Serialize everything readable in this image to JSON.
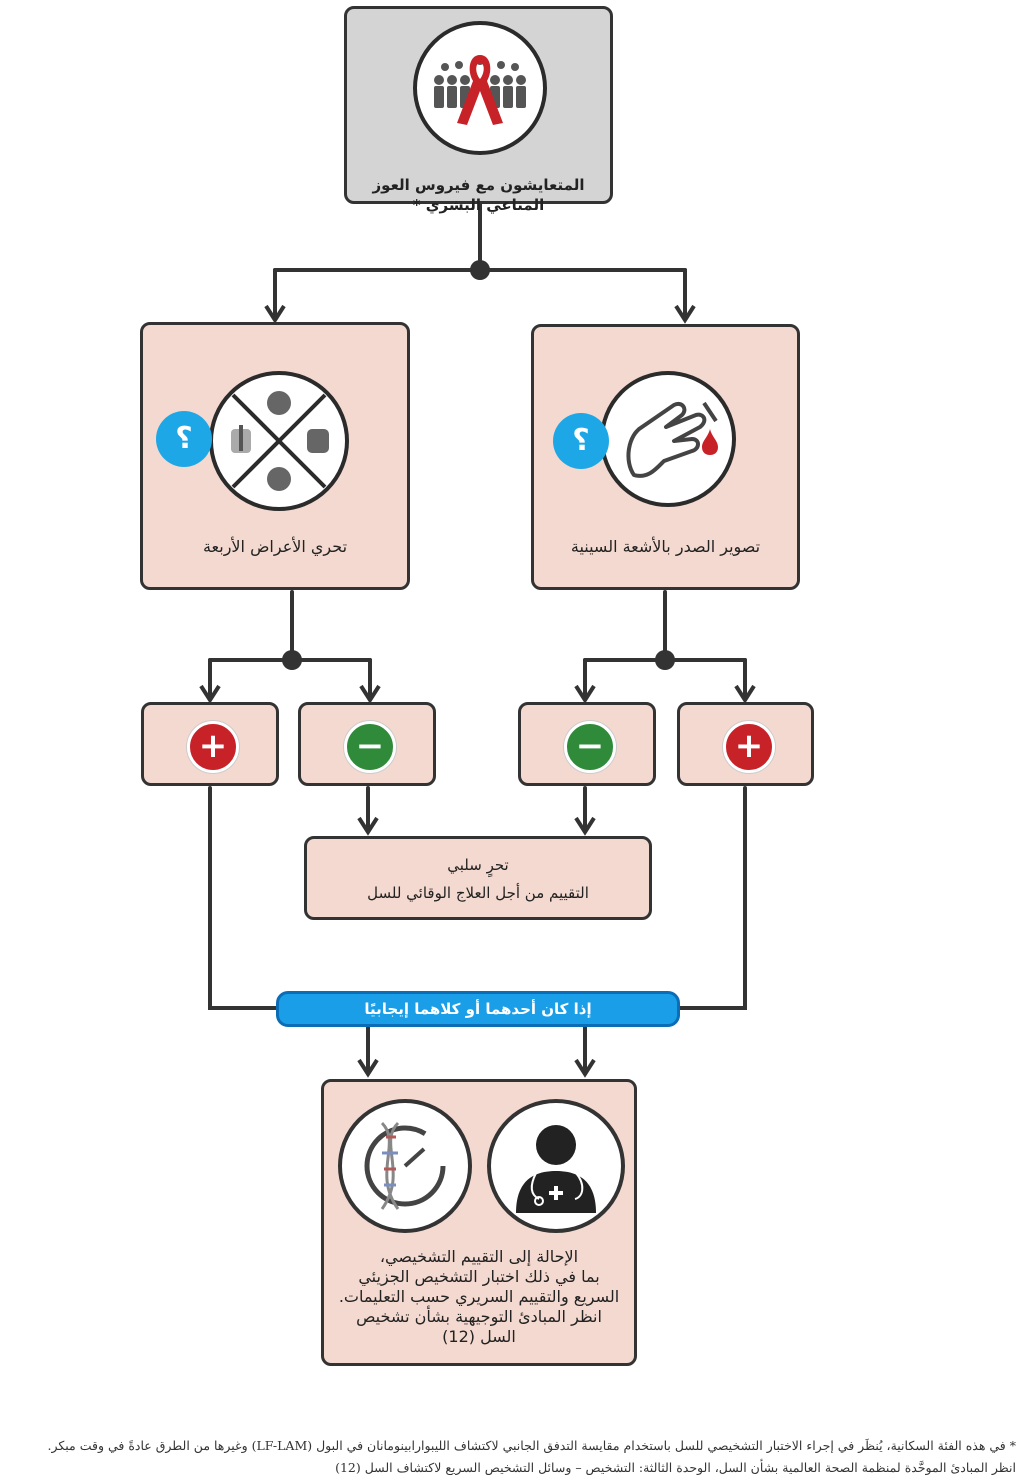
{
  "top_box": {
    "label": "المتعايشون مع فيروس العوز المناعي البشري *",
    "icon": "crowd-red-ribbon-icon"
  },
  "left_box": {
    "label": "تحري الأعراض الأربعة",
    "icon": "four-symptoms-icon",
    "badge": "؟"
  },
  "right_box": {
    "label": "تصوير الصدر بالأشعة السينية",
    "icon": "finger-prick-blood-icon",
    "badge": "؟"
  },
  "results": {
    "plus": "+",
    "minus": "−"
  },
  "negative_box": {
    "line1": "تحرٍ سلبي",
    "line2": "التقييم من أجل العلاج الوقائي للسل"
  },
  "banner": {
    "label": "إذا كان أحدهما أو كلاهما إيجابيًا"
  },
  "bottom_box": {
    "line1": "الإحالة إلى التقييم التشخيصي،",
    "line2": "بما في ذلك اختبار التشخيص الجزيئي",
    "line3": "السريع والتقييم السريري حسب التعليمات.",
    "line4": "انظر المبادئ التوجيهية بشأن تشخيص",
    "line5": "السل (12)",
    "icons": [
      "dna-test-icon",
      "doctor-icon"
    ]
  },
  "footnote": {
    "line1": "* في هذه الفئة السكانية، يُنظَر في إجراء الاختبار التشخيصي للسل باستخدام مقايسة التدفق الجانبي لاكتشاف الليبوارابينومانان في البول (LF-LAM) وغيرها من الطرق عادةً في وقت مبكر.",
    "line2": "انظر المبادئ الموحَّدة لمنظمة الصحة العالمية بشأن السل، الوحدة الثالثة: التشخيص – وسائل التشخيص السريع لاكتشاف السل (12)"
  },
  "colors": {
    "plus": "#c82229",
    "minus": "#2f8a3a",
    "banner": "#1b9ee8",
    "box": "#f3d9cf",
    "top": "#d4d4d4"
  }
}
